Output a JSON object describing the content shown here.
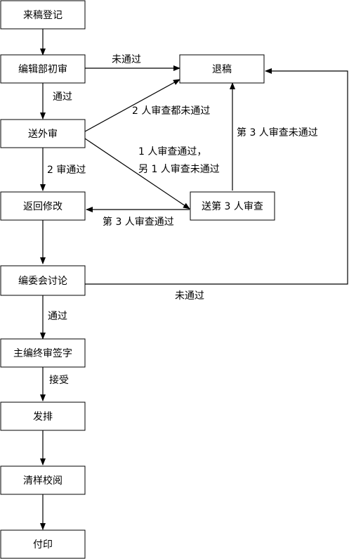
{
  "nodes": {
    "registration": "来稿登记",
    "initial_review": "编辑部初审",
    "rejected": "退稿",
    "external_review": "送外审",
    "revise": "返回修改",
    "third_reviewer": "送第 3 人审查",
    "committee": "编委会讨论",
    "chief_signoff": "主编终审签字",
    "typesetting": "发排",
    "proofreading": "清样校阅",
    "printing": "付印"
  },
  "edge_labels": {
    "initial_fail": "未通过",
    "initial_pass": "通过",
    "both_fail": "2 人审查都未通过",
    "third_fail": "第 3 人审查未通过",
    "split_line1": "1 人审查通过，",
    "split_line2": "另 1 人审查未通过",
    "two_pass": "2 审通过",
    "third_pass": "第 3 人审查通过",
    "committee_fail": "未通过",
    "committee_pass": "通过",
    "accepted": "接受"
  }
}
